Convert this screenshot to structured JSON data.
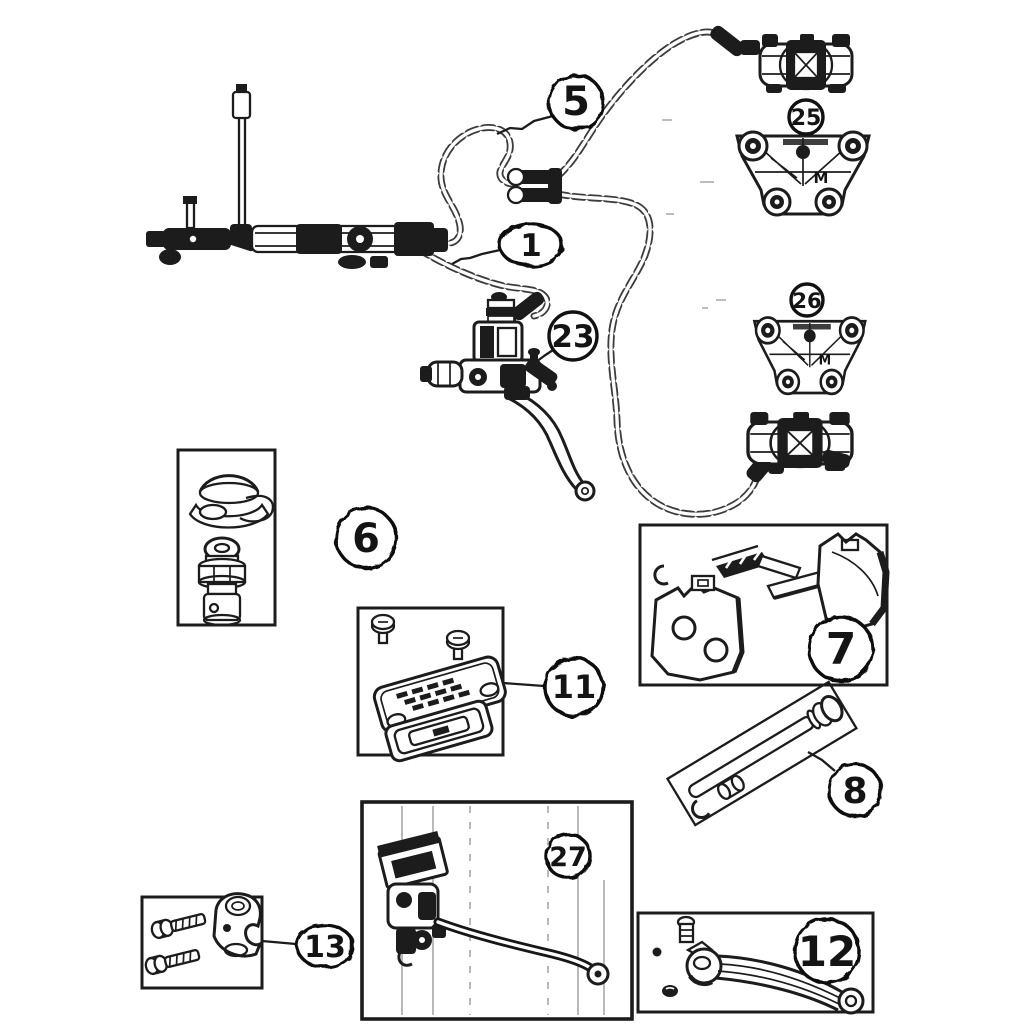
{
  "diagram": {
    "kind": "exploded-parts-line-diagram",
    "subject": "motorcycle brake system (hoses, calipers, master cylinders, pads, levers)",
    "colors": {
      "background": "#ffffff",
      "ink": "#1c1c1c",
      "hose": "#3c3c3c",
      "streaks": "#a8a8a8"
    },
    "bracket_marking": "M",
    "callouts": [
      {
        "label": "5",
        "style": "scalloped-circle"
      },
      {
        "label": "1",
        "style": "scalloped-ellipse"
      },
      {
        "label": "23",
        "style": "smooth-circle"
      },
      {
        "label": "25",
        "style": "smooth-circle"
      },
      {
        "label": "26",
        "style": "smooth-circle"
      },
      {
        "label": "6",
        "style": "scalloped-circle"
      },
      {
        "label": "11",
        "style": "scalloped-circle"
      },
      {
        "label": "7",
        "style": "scalloped-circle"
      },
      {
        "label": "8",
        "style": "scalloped-circle"
      },
      {
        "label": "13",
        "style": "scalloped-ellipse"
      },
      {
        "label": "27",
        "style": "scalloped-circle"
      },
      {
        "label": "12",
        "style": "scalloped-circle"
      }
    ]
  }
}
